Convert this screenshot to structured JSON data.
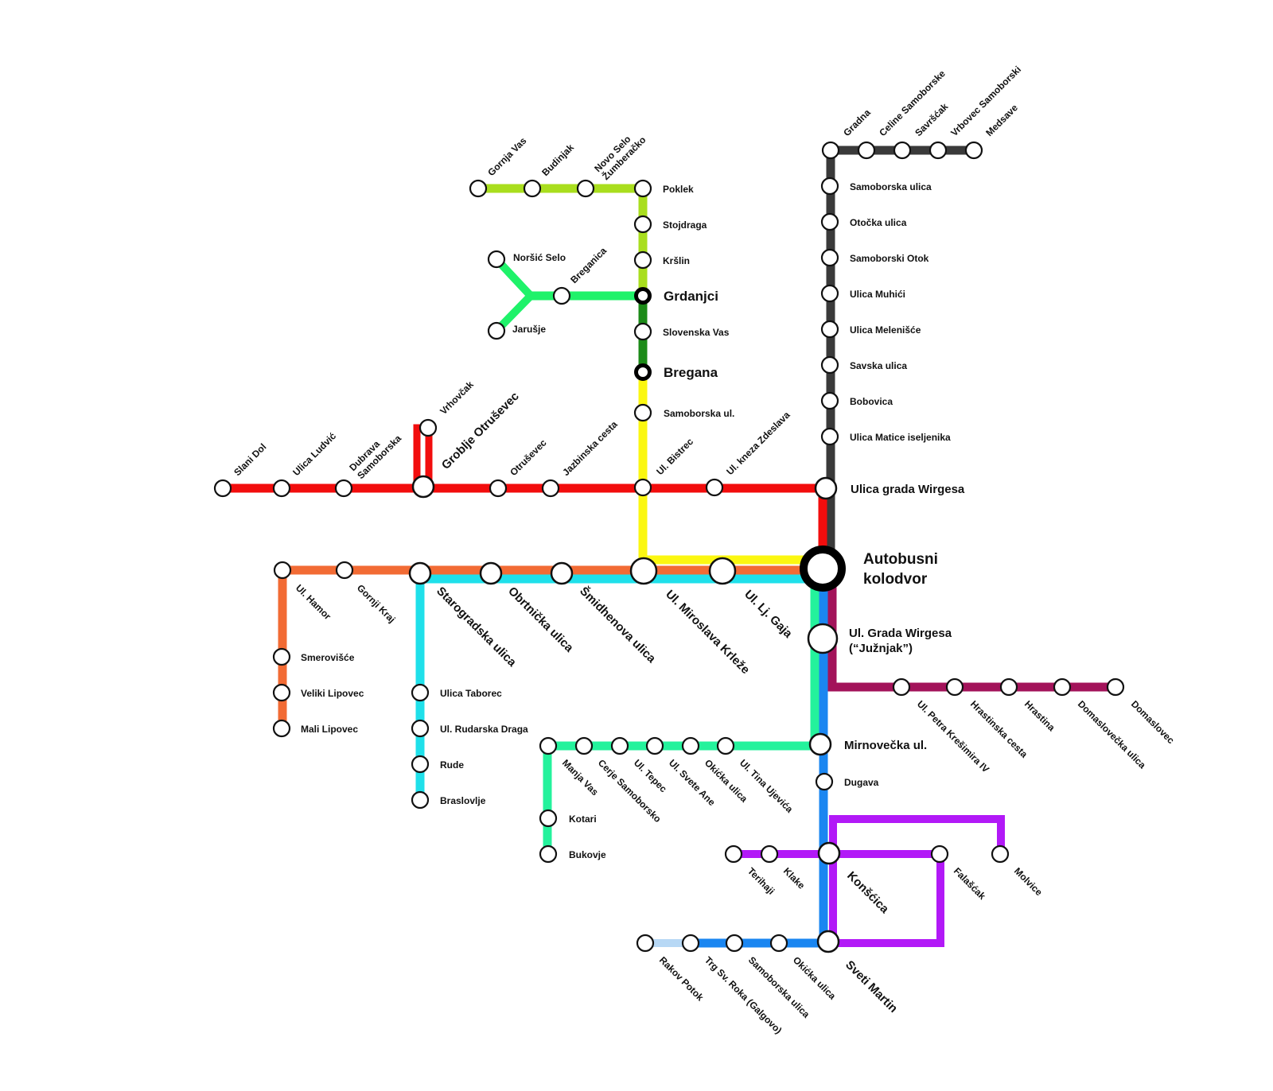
{
  "colors": {
    "red": "#f20d0d",
    "orange": "#f26b34",
    "cyan": "#1fe0ea",
    "yellow": "#fbf711",
    "lime": "#a9de1e",
    "green": "#1ff26a",
    "darkgreen": "#1c8b18",
    "darkgray": "#3a3a3a",
    "maroon": "#a3135a",
    "mint": "#24f29c",
    "blue": "#1a86f1",
    "lightblue": "#b7d8f5",
    "purple": "#b219f7"
  },
  "hub": {
    "line1": "Autobusni",
    "line2": "kolodvor"
  },
  "labels": {
    "gornja_vas": "Gornja Vas",
    "budinjak": "Budinjak",
    "novo_selo_1": "Novo Selo",
    "novo_selo_2": "Žumberačko",
    "poklek": "Poklek",
    "stojdraga": "Stojdraga",
    "krslin": "Kršlin",
    "grdanjci": "Grdanjci",
    "slovenska_vas": "Slovenska Vas",
    "bregana": "Bregana",
    "samoborska_ul": "Samoborska ul.",
    "norsic_selo": "Noršić Selo",
    "breganica": "Breganica",
    "jarusje": "Jarušje",
    "slani_dol": "Slani Dol",
    "ulica_ludvic": "Ulica Ludvić",
    "dubrava_1": "Dubrava",
    "dubrava_2": "Samoborska",
    "vrhovcak": "Vrhovčak",
    "groblje_otrusevec": "Groblje Otruševec",
    "otrusevec": "Otruševec",
    "jazbinska_cesta": "Jazbinska cesta",
    "ul_bistrec": "Ul. Bistrec",
    "ul_kneza_zdeslava": "Ul. kneza Zdeslava",
    "ulica_grada_wirgesa": "Ulica grada Wirgesa",
    "gradna": "Gradna",
    "celine_samoborske": "Celine Samoborske",
    "savrscak": "Savršćak",
    "vrbovec_samoborski": "Vrbovec Samoborski",
    "medsave": "Medsave",
    "samoborska_ulica_n": "Samoborska ulica",
    "otocka_ulica": "Otočka ulica",
    "samoborski_otok": "Samoborski Otok",
    "ulica_muhici": "Ulica Muhići",
    "ulica_melenisce": "Ulica Melenišće",
    "savska_ulica": "Savska ulica",
    "bobovica": "Bobovica",
    "ulica_matice": "Ulica Matice iseljenika",
    "ul_hamor": "Ul. Hamor",
    "gornji_kraj": "Gornji Kraj",
    "starogradska": "Starogradska ulica",
    "obrtnicka": "Obrtnička ulica",
    "smidhenova": "Šmidhenova ulica",
    "ul_miroslava_krleze": "Ul. Miroslava Krleže",
    "ul_lj_gaja": "Ul. Lj. Gaja",
    "smerovisce": "Smerovišće",
    "veliki_lipovec": "Veliki Lipovec",
    "mali_lipovec": "Mali Lipovec",
    "ulica_taborec": "Ulica Taborec",
    "ul_rudarska_draga": "Ul. Rudarska Draga",
    "rude": "Rude",
    "braslovlje": "Braslovlje",
    "juznjak_1": "Ul. Grada Wirgesa",
    "juznjak_2": "(“Južnjak”)",
    "ul_petra_kresimira": "Ul. Petra Krešimira IV",
    "hrastinska_cesta": "Hrastinska cesta",
    "hrastina": "Hrastina",
    "domaslovecka": "Domaslovečka ulica",
    "domaslovec": "Domaslovec",
    "mirnovecka": "Mirnovečka ul.",
    "manja_vas": "Manja Vas",
    "cerje_samoborsko": "Cerje Samoborsko",
    "ul_tepec": "Ul. Tepec",
    "ul_svete_ane": "Ul. Svete Ane",
    "okicka_ulica_1": "Okićka ulica",
    "ul_tina_ujevica": "Ul. Tina Ujevića",
    "kotari": "Kotari",
    "bukovje": "Bukovje",
    "dugava": "Dugava",
    "terihaji": "Terihaji",
    "klake": "Klake",
    "konscica": "Konšćica",
    "falascak": "Falašćak",
    "molvice": "Molvice",
    "rakov_potok": "Rakov Potok",
    "trg_sv_roka": "Trg Sv. Roka (Galgovo)",
    "samoborska_ulica_s": "Samoborska ulica",
    "okicka_ulica_2": "Okićka ulica",
    "sveti_martin": "Sveti Martin"
  }
}
